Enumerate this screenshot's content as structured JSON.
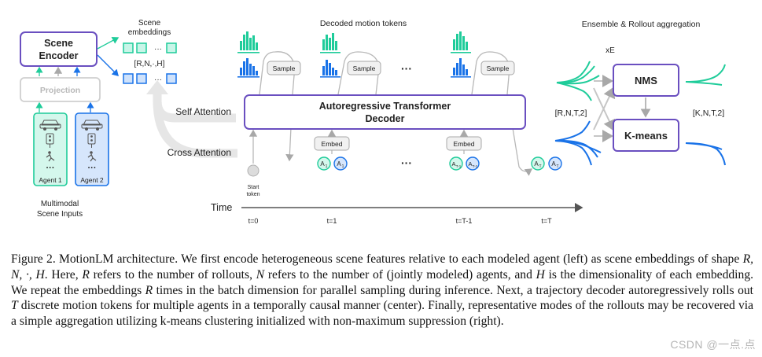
{
  "diagram": {
    "scene_encoder_line1": "Scene",
    "scene_encoder_line2": "Encoder",
    "scene_embeddings_line1": "Scene",
    "scene_embeddings_line2": "embeddings",
    "embedding_shape": "[R,N,·,H]",
    "ellipsis": "···",
    "projection": "Projection",
    "agent1": "Agent 1",
    "agent2": "Agent 2",
    "inputs_line1": "Multimodal",
    "inputs_line2": "Scene Inputs",
    "self_attention": "Self Attention",
    "cross_attention": "Cross Attention",
    "decoder_line1": "Autoregressive Transformer",
    "decoder_line2": "Decoder",
    "decoded_tokens": "Decoded motion tokens",
    "sample": "Sample",
    "embed": "Embed",
    "start_token_line1": "Start",
    "start_token_line2": "token",
    "time": "Time",
    "t0": "t=0",
    "t1": "t=1",
    "tT1": "t=T-1",
    "tT": "t=T",
    "token_a1": "A",
    "token_a1_sub": "1",
    "token_at1": "A",
    "token_at1_sub": "T-1",
    "token_at": "A",
    "token_at_sub": "T",
    "ensemble": "Ensemble & Rollout aggregation",
    "xE": "xE",
    "nms": "NMS",
    "kmeans": "K-means",
    "rnt2": "[R,N,T,2]",
    "knt2": "[K,N,T,2]"
  },
  "caption": {
    "p1": "Figure 2. MotionLM architecture. We first encode heterogeneous scene features relative to each modeled agent (left) as scene embeddings of shape ",
    "m1": "R, N, ·, H",
    "p2": ". Here, ",
    "m2": "R",
    "p3": " refers to the number of rollouts, ",
    "m3": "N",
    "p4": " refers to the number of (jointly modeled) agents, and ",
    "m4": "H",
    "p5": " is the dimensionality of each embedding. We repeat the embeddings ",
    "m5": "R",
    "p6": " times in the batch dimension for parallel sampling during inference. Next, a trajectory decoder autoregressively rolls out ",
    "m6": "T",
    "p7": " discrete motion tokens for multiple agents in a temporally causal manner (center). Finally, representative modes of the rollouts may be recovered via a simple aggregation utilizing k-means clustering initialized with non-maximum suppression (right)."
  },
  "watermark": "CSDN @一点.点",
  "colors": {
    "purple": "#6a4fc0",
    "green": "#1fcc9a",
    "blue": "#1a73e8",
    "gray": "#a8a8a8"
  }
}
